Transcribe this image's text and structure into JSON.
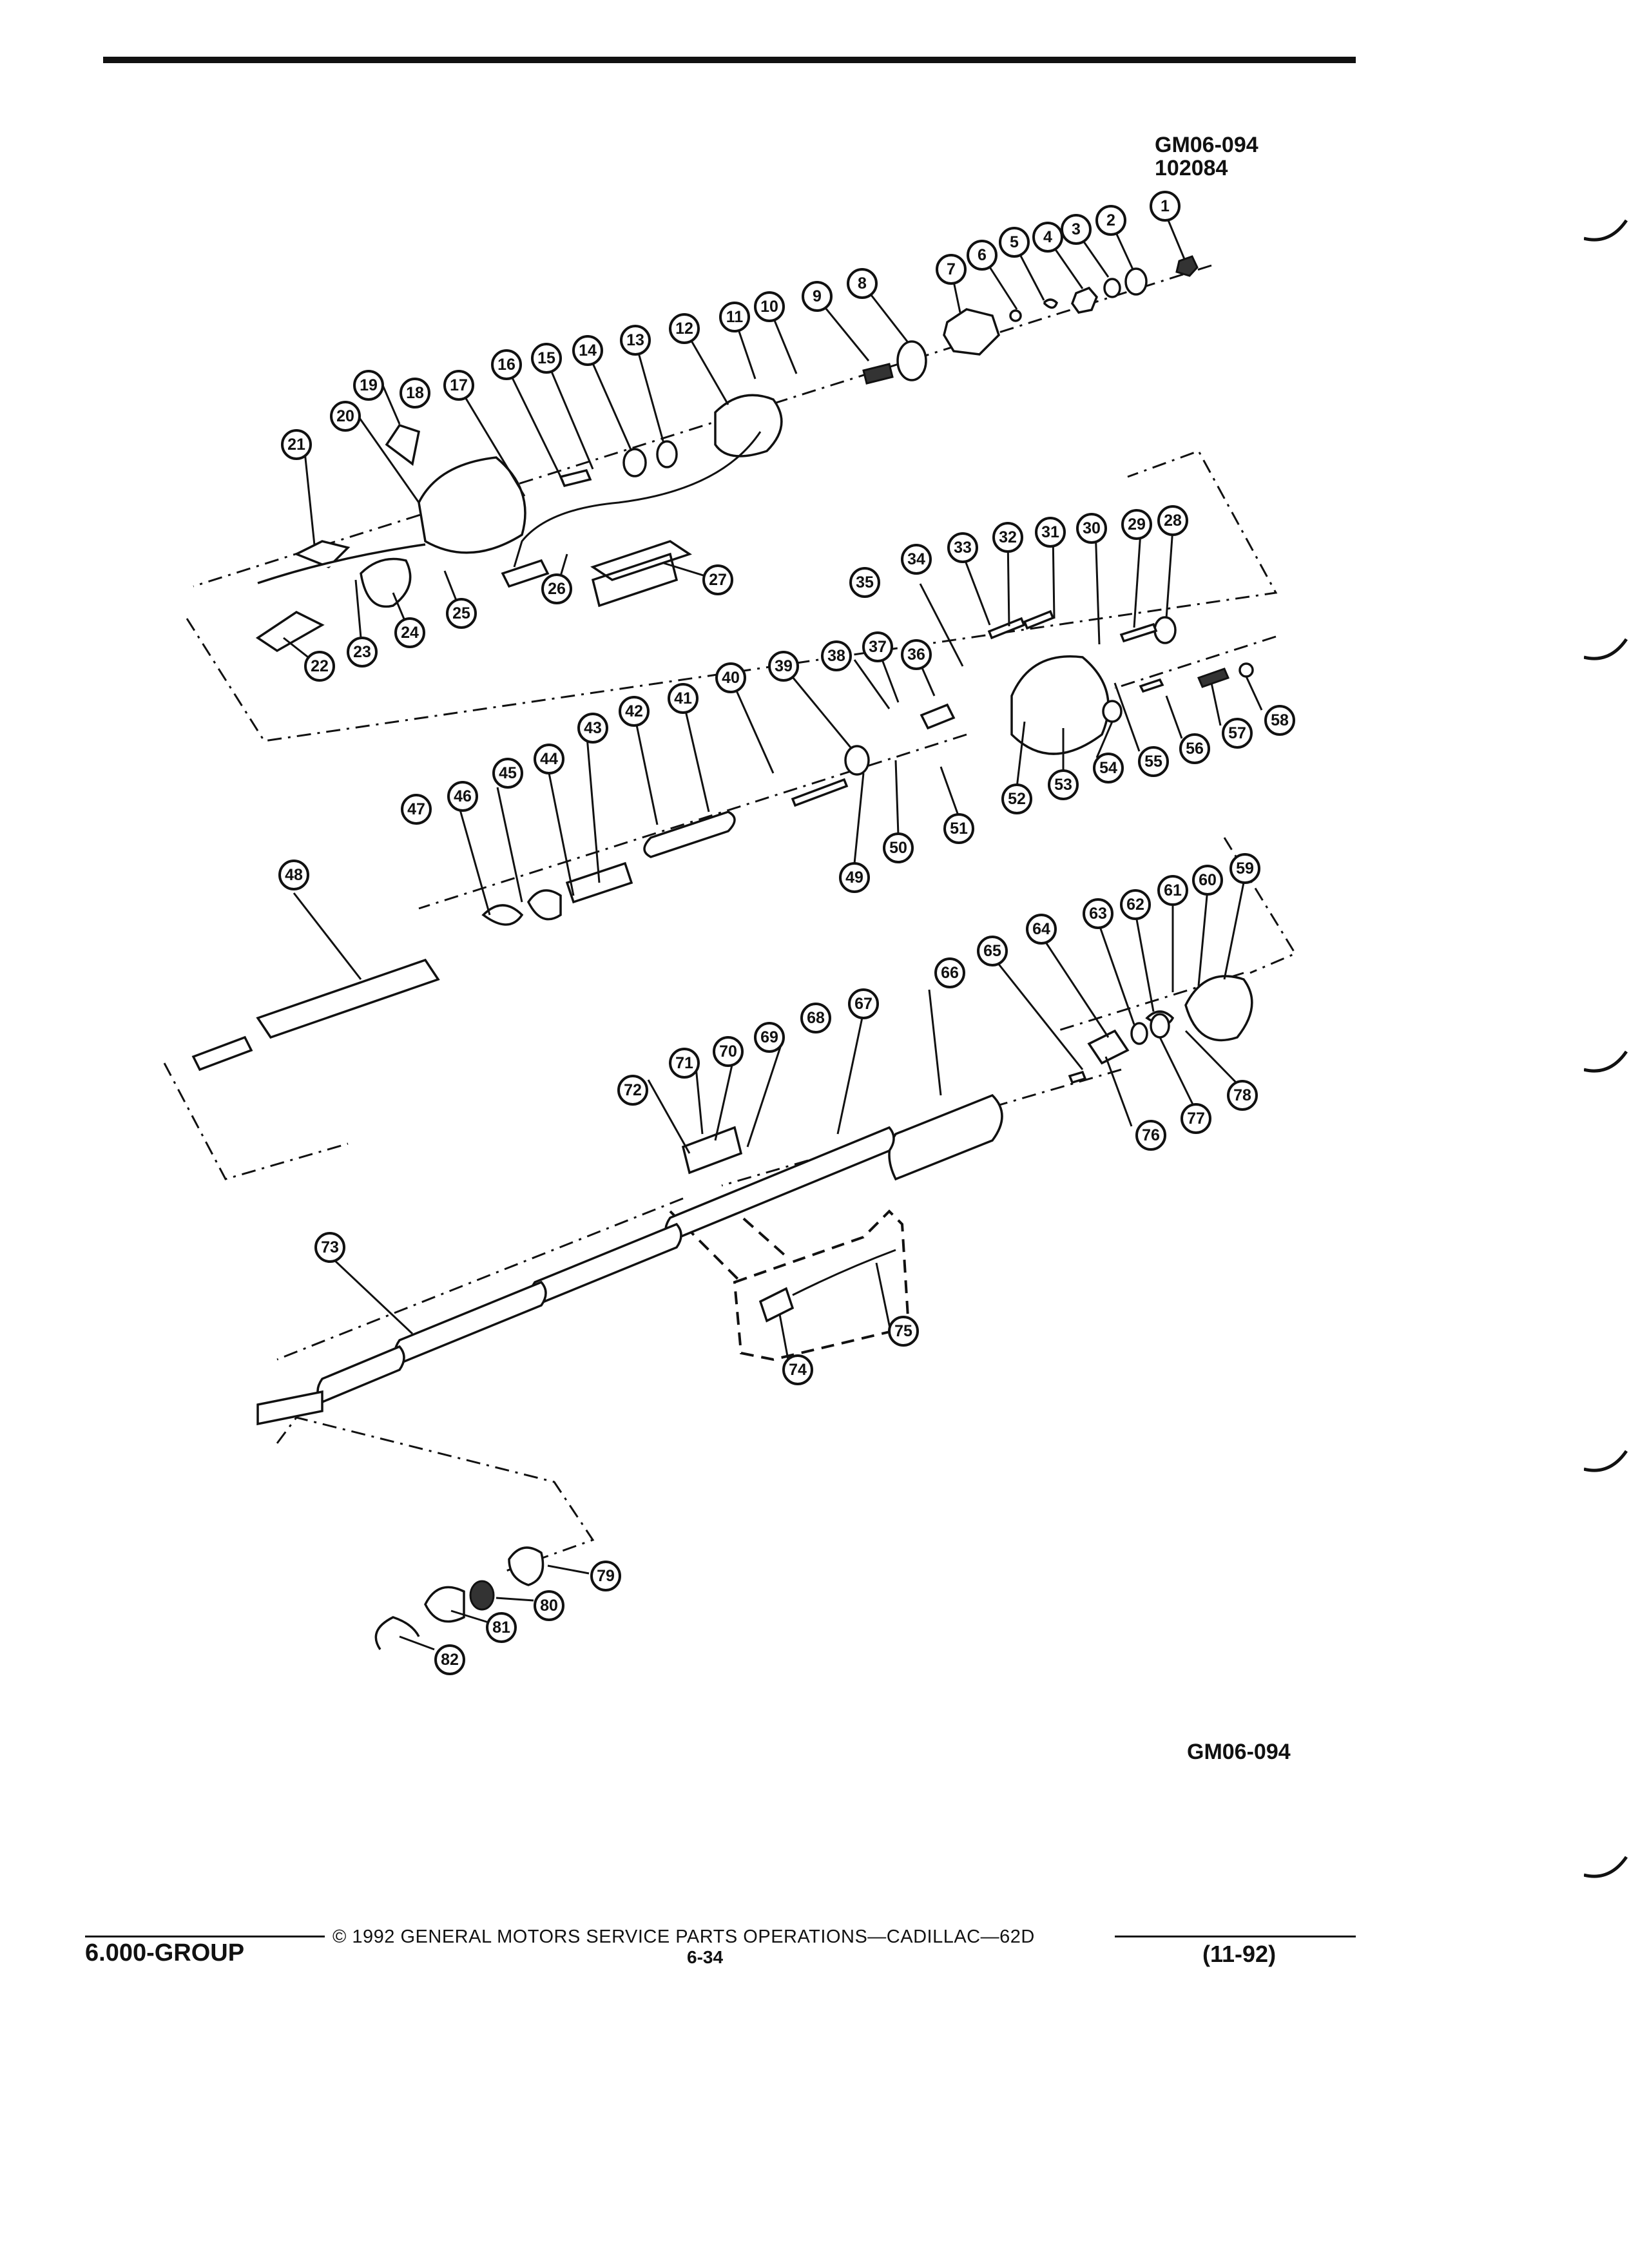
{
  "header": {
    "ref_code": "GM06-094",
    "ref_number": "102084"
  },
  "figure": {
    "caption_code": "GM06-094",
    "callouts": [
      "1",
      "2",
      "3",
      "4",
      "5",
      "6",
      "7",
      "8",
      "9",
      "10",
      "11",
      "12",
      "13",
      "14",
      "15",
      "16",
      "17",
      "18",
      "19",
      "20",
      "21",
      "22",
      "23",
      "24",
      "25",
      "26",
      "27",
      "28",
      "29",
      "30",
      "31",
      "32",
      "33",
      "34",
      "35",
      "36",
      "37",
      "38",
      "39",
      "40",
      "41",
      "42",
      "43",
      "44",
      "45",
      "46",
      "47",
      "48",
      "49",
      "50",
      "51",
      "52",
      "53",
      "54",
      "55",
      "56",
      "57",
      "58",
      "59",
      "60",
      "61",
      "62",
      "63",
      "64",
      "65",
      "66",
      "67",
      "68",
      "69",
      "70",
      "71",
      "72",
      "73",
      "74",
      "75",
      "76",
      "77",
      "78",
      "79",
      "80",
      "81",
      "82"
    ]
  },
  "footer": {
    "group": "6.000-GROUP",
    "copyright": "© 1992 GENERAL MOTORS SERVICE PARTS OPERATIONS—CADILLAC—62D",
    "page": "6-34",
    "date": "(11-92)"
  }
}
